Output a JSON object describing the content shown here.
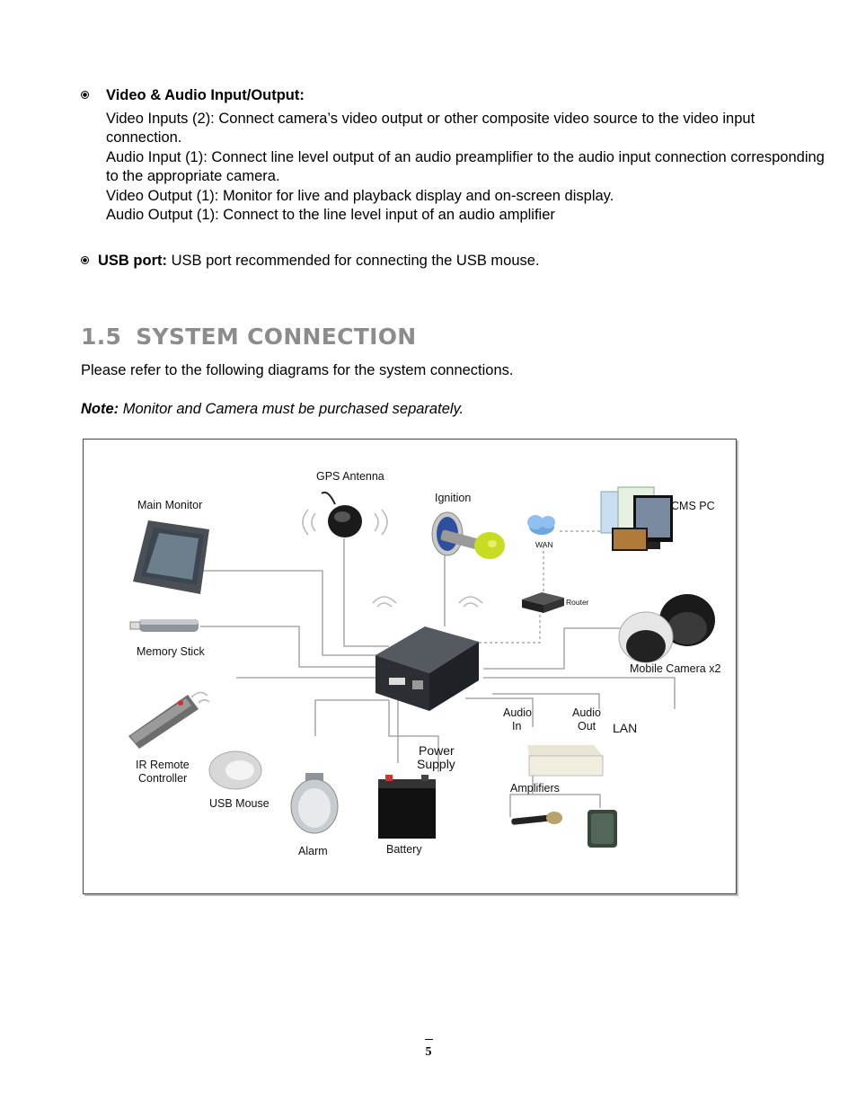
{
  "io_section": {
    "title": "Video & Audio Input/Output:",
    "lines": [
      "Video Inputs (2): Connect camera’s video output or other composite video source to the video input",
      "connection.",
      "Audio Input (1): Connect line level output of an audio preamplifier to the audio input connection corresponding",
      "to the appropriate camera.",
      "Video Output (1): Monitor for live and playback display and on-screen display.",
      "Audio Output (1): Connect to the line level input of an audio amplifier"
    ]
  },
  "usb_section": {
    "label": "USB port:",
    "text": " USB port recommended for connecting the USB mouse."
  },
  "heading": {
    "number": "1.5",
    "title": "SYSTEM CONNECTION"
  },
  "intro": "Please refer to the following diagrams for the system connections.",
  "note": {
    "label": "Note:",
    "text": " Monitor and Camera must be purchased separately."
  },
  "diagram": {
    "gps_antenna": "GPS Antenna",
    "ignition": "Ignition",
    "cms_pc": "CMS PC",
    "main_monitor": "Main Monitor",
    "wan": "WAN",
    "router": "Router",
    "memory_stick": "Memory Stick",
    "mobile_camera": "Mobile Camera x2",
    "audio_in_1": "Audio",
    "audio_in_2": "In",
    "audio_out_1": "Audio",
    "audio_out_2": "Out",
    "lan": "LAN",
    "power_supply_1": "Power",
    "power_supply_2": "Supply",
    "ir_remote_1": "IR Remote",
    "ir_remote_2": "Controller",
    "usb_mouse": "USB Mouse",
    "amplifiers": "Amplifiers",
    "alarm": "Alarm",
    "battery": "Battery"
  },
  "page_number": "5"
}
